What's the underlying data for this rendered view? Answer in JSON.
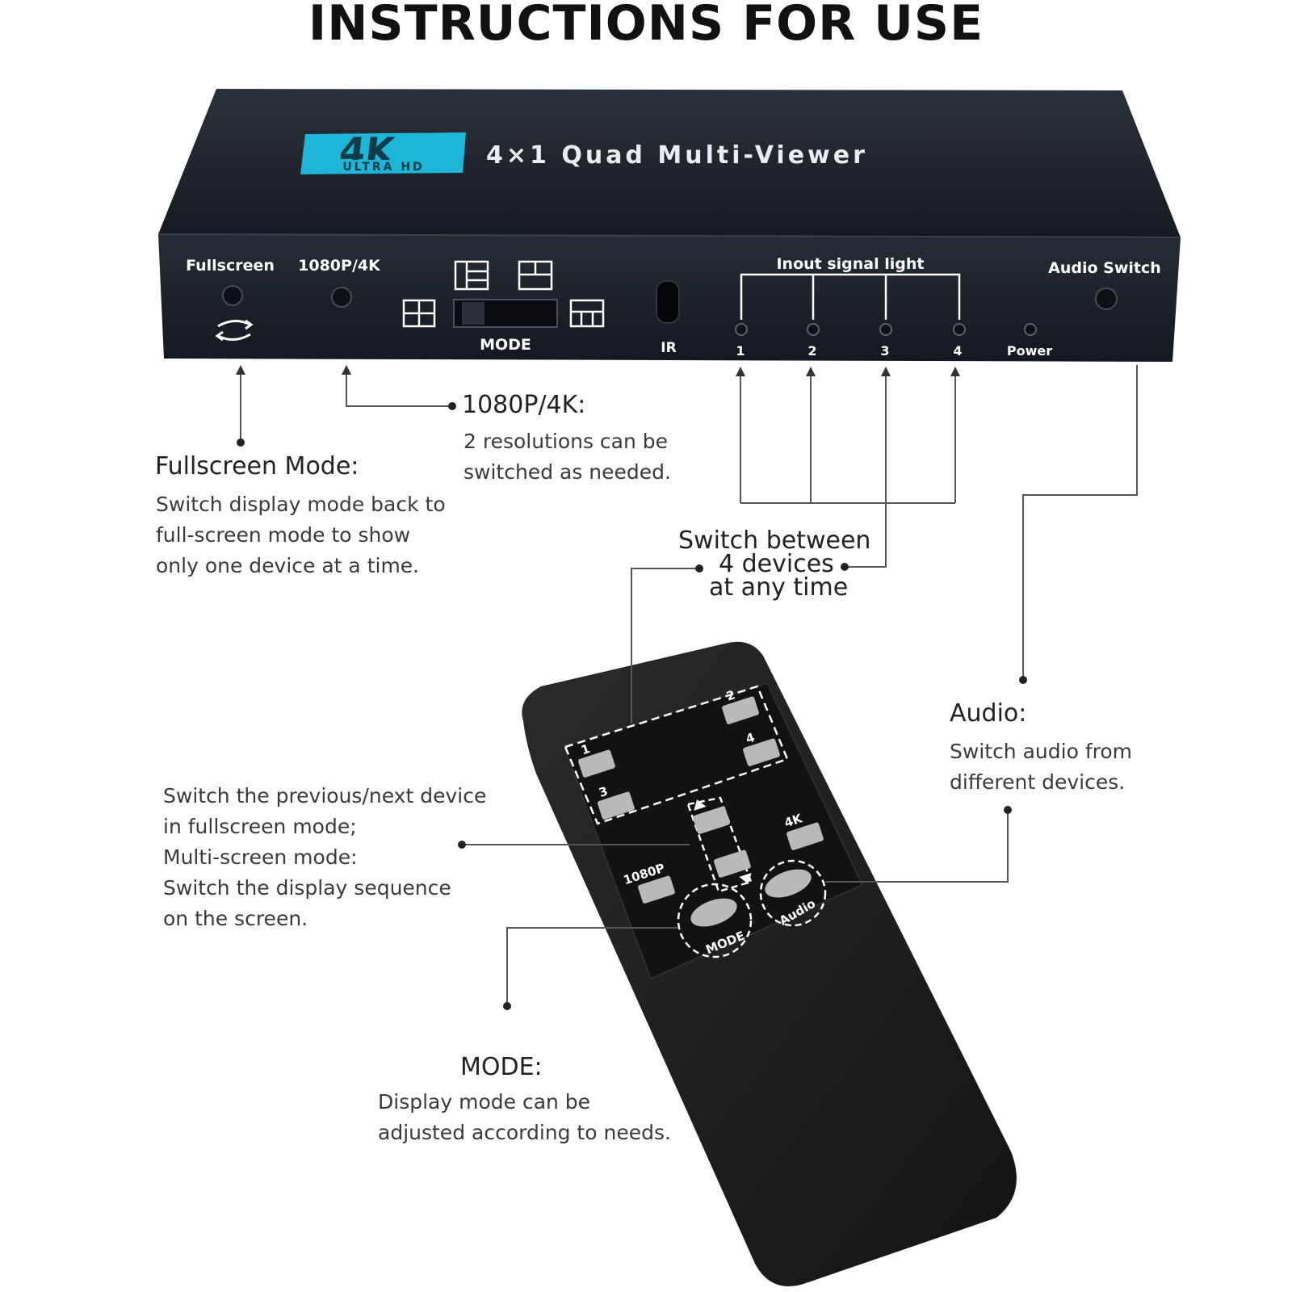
{
  "title": "INSTRUCTIONS FOR USE",
  "device": {
    "logo_big": "4K",
    "logo_small": "ULTRA HD",
    "model": "4×1 Quad Multi-Viewer",
    "labels": {
      "fullscreen": "Fullscreen",
      "res": "1080P/4K",
      "mode": "MODE",
      "ir": "IR",
      "signal": "Inout signal light",
      "audio_switch": "Audio Switch",
      "power": "Power",
      "ch1": "1",
      "ch2": "2",
      "ch3": "3",
      "ch4": "4"
    }
  },
  "callouts": {
    "res_title": "1080P/4K:",
    "res_l1": "2 resolutions can be",
    "res_l2": "switched as needed.",
    "full_title": "Fullscreen Mode:",
    "full_l1": "Switch display mode back to",
    "full_l2": "full-screen mode to show",
    "full_l3": "only one device at a time.",
    "sw_l1": "Switch between",
    "sw_l2": "4 devices",
    "sw_l3": "at any time",
    "audio_title": "Audio:",
    "audio_l1": "Switch audio from",
    "audio_l2": "different devices.",
    "nav_l1": "Switch the previous/next device",
    "nav_l2": "in fullscreen mode;",
    "nav_l3": "Multi-screen mode:",
    "nav_l4": "Switch the display sequence",
    "nav_l5": "on the screen.",
    "mode_title": "MODE:",
    "mode_l1": "Display mode can be",
    "mode_l2": "adjusted according to needs."
  },
  "remote": {
    "k1": "1",
    "k2": "2",
    "k3": "3",
    "k4": "4",
    "k4k": "4K",
    "k1080": "1080P",
    "kmode": "MODE",
    "kaudio": "Audio"
  },
  "colors": {
    "logo": "#1fb5d6",
    "device": "#1b2027",
    "remote": "#1f1f1f",
    "key": "#b9b9b9"
  }
}
